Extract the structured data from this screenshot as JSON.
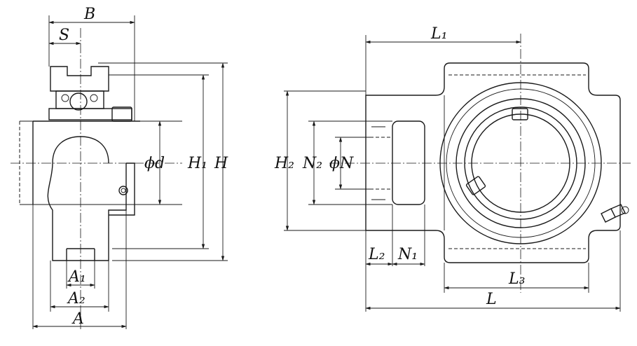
{
  "colors": {
    "line": "#1a1a1a",
    "bearing_fill": "#bfe3f5",
    "background": "#ffffff"
  },
  "labels": {
    "B": "B",
    "S": "S",
    "phi_d": "ϕd",
    "H1": "H₁",
    "H": "H",
    "A1": "A₁",
    "A2": "A₂",
    "A": "A",
    "L1": "L₁",
    "H2": "H₂",
    "N2": "N₂",
    "phi_N": "ϕN",
    "L2": "L₂",
    "N1": "N₁",
    "L3": "L₃",
    "L": "L"
  }
}
